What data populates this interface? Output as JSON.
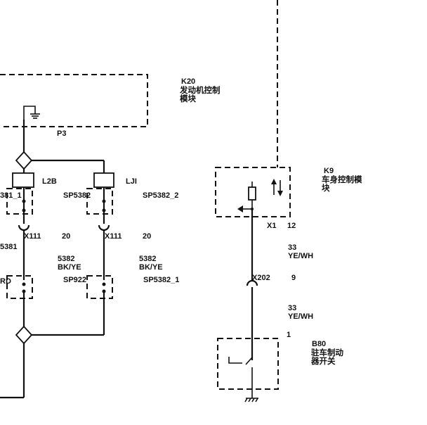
{
  "k20": {
    "id": "K20",
    "name_line1": "发动机控制",
    "name_line2": "模块"
  },
  "k9": {
    "id": "K9",
    "name_line1": "车身控制模",
    "name_line2": "块"
  },
  "b80": {
    "id": "B80",
    "name_line1": "驻车制动",
    "name_line2": "器开关"
  },
  "left": {
    "p3": "P3",
    "l2b": "L2B",
    "lji": "LJI",
    "sp5382_1_partial": "381_1",
    "sp5382": "SP5382",
    "sp5382_2": "SP5382_2",
    "x111_a": "X111",
    "pin_a": "20",
    "x111_b": "X111",
    "pin_b": "20",
    "partial_5381": "5381",
    "wire_a_num": "5382",
    "wire_a_color": "BK/YE",
    "wire_b_num": "5382",
    "wire_b_color": "BK/YE",
    "partial_rd": "RD",
    "sp922": "SP922",
    "sp5382_1": "SP5382_1"
  },
  "right": {
    "x1": "X1",
    "pin_12": "12",
    "wire_top_num": "33",
    "wire_top_color": "YE/WH",
    "x202": "X202",
    "pin_9": "9",
    "wire_bot_num": "33",
    "wire_bot_color": "YE/WH",
    "pin_1": "1"
  }
}
